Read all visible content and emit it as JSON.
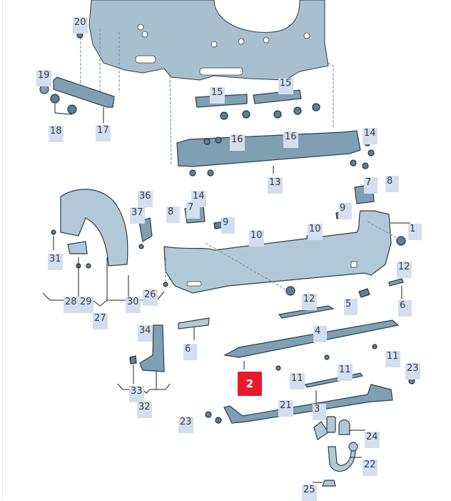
{
  "diagram": {
    "title": "Rear bumper exploded parts diagram",
    "accent_color": "#e8192c",
    "label_bg_color": "#d3deee",
    "selected_part": "2",
    "callouts": [
      {
        "id": "c20",
        "num": "20"
      },
      {
        "id": "c19",
        "num": "19"
      },
      {
        "id": "c18",
        "num": "18"
      },
      {
        "id": "c17",
        "num": "17"
      },
      {
        "id": "c15a",
        "num": "15"
      },
      {
        "id": "c15b",
        "num": "15"
      },
      {
        "id": "c16a",
        "num": "16"
      },
      {
        "id": "c16b",
        "num": "16"
      },
      {
        "id": "c14a",
        "num": "14"
      },
      {
        "id": "c13",
        "num": "13"
      },
      {
        "id": "c14b",
        "num": "14"
      },
      {
        "id": "c7a",
        "num": "7"
      },
      {
        "id": "c8a",
        "num": "8"
      },
      {
        "id": "c36",
        "num": "36"
      },
      {
        "id": "c37",
        "num": "37"
      },
      {
        "id": "c8b",
        "num": "8"
      },
      {
        "id": "c7b",
        "num": "7"
      },
      {
        "id": "c9a",
        "num": "9"
      },
      {
        "id": "c9b",
        "num": "9"
      },
      {
        "id": "c10a",
        "num": "10"
      },
      {
        "id": "c10b",
        "num": "10"
      },
      {
        "id": "c1",
        "num": "1"
      },
      {
        "id": "c31",
        "num": "31"
      },
      {
        "id": "c12a",
        "num": "12"
      },
      {
        "id": "c26",
        "num": "26"
      },
      {
        "id": "c28",
        "num": "28"
      },
      {
        "id": "c29",
        "num": "29"
      },
      {
        "id": "c30",
        "num": "30"
      },
      {
        "id": "c27",
        "num": "27"
      },
      {
        "id": "c12b",
        "num": "12"
      },
      {
        "id": "c5",
        "num": "5"
      },
      {
        "id": "c6a",
        "num": "6"
      },
      {
        "id": "c4",
        "num": "4"
      },
      {
        "id": "c34",
        "num": "34"
      },
      {
        "id": "c6b",
        "num": "6"
      },
      {
        "id": "c11a",
        "num": "11"
      },
      {
        "id": "c11b",
        "num": "11"
      },
      {
        "id": "c11c",
        "num": "11"
      },
      {
        "id": "c23a",
        "num": "23"
      },
      {
        "id": "c33",
        "num": "33"
      },
      {
        "id": "c32",
        "num": "32"
      },
      {
        "id": "c21",
        "num": "21"
      },
      {
        "id": "c3",
        "num": "3"
      },
      {
        "id": "c23b",
        "num": "23"
      },
      {
        "id": "c24",
        "num": "24"
      },
      {
        "id": "c22",
        "num": "22"
      },
      {
        "id": "c25",
        "num": "25"
      }
    ]
  }
}
